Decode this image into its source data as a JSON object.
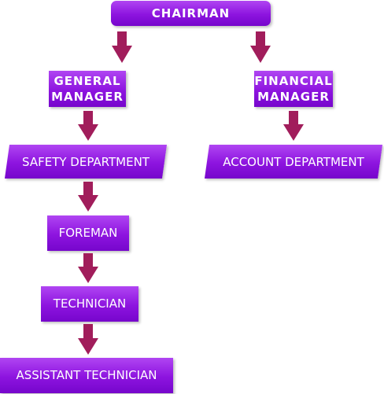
{
  "nodes": {
    "chairman": "CHAIRMAN",
    "general_manager_line1": "GENERAL",
    "general_manager_line2": "MANAGER",
    "financial_manager_line1": "FINANCIAL",
    "financial_manager_line2": "MANAGER",
    "safety_department": "SAFETY DEPARTMENT",
    "account_department": "ACCOUNT DEPARTMENT",
    "foreman": "FOREMAN",
    "technician": "TECHNICIAN",
    "assistant_technician": "ASSISTANT TECHNICIAN"
  },
  "colors": {
    "node_fill": "#8d14df",
    "arrow_fill": "#a11d5b"
  }
}
